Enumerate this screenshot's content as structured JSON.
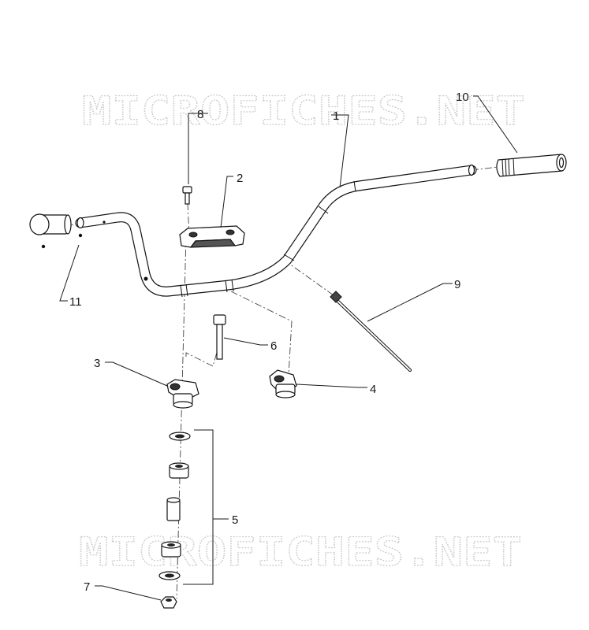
{
  "watermark": {
    "text": "MICROFICHES.NET"
  },
  "callouts": [
    "1",
    "2",
    "3",
    "4",
    "5",
    "6",
    "7",
    "8",
    "9",
    "10",
    "11"
  ]
}
